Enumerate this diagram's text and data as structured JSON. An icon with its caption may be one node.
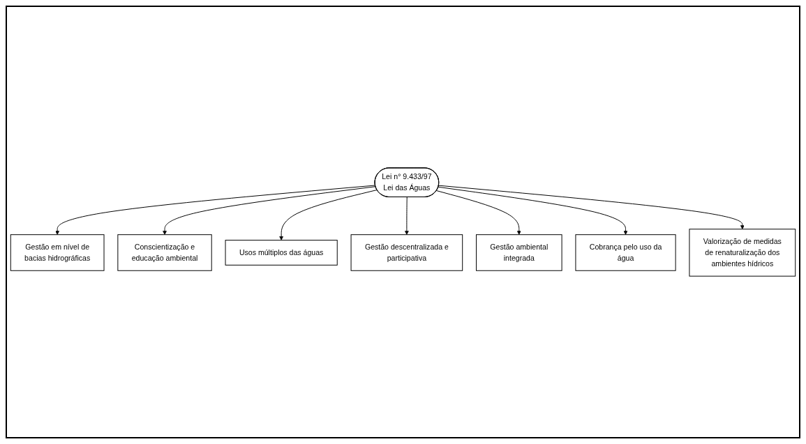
{
  "diagram": {
    "nodes": [
      {
        "text": [
          "Gestão em nível de bacias hidrográficas"
        ]
      },
      {
        "text": [
          "Conscientização e educação ambiental"
        ]
      },
      {
        "text": [
          "Usos múltiplos das águas"
        ]
      },
      {
        "text": [
          "Gestão descentralizada e participativa"
        ]
      },
      {
        "text": [
          "Lei n° 9.433/97",
          "Lei das Águas"
        ]
      },
      {
        "text": [
          "Gestão ambiental integrada"
        ]
      },
      {
        "text": [
          "Cobrança pelo uso da água"
        ]
      },
      {
        "text": [
          "Valorização de medidas de renaturalização dos ambientes hídricos"
        ]
      }
    ],
    "edges": [
      {
        "from": 4,
        "to": 0,
        "arrow": "to"
      },
      {
        "from": 4,
        "to": 1,
        "arrow": "to"
      },
      {
        "from": 4,
        "to": 2,
        "arrow": "to"
      },
      {
        "from": 4,
        "to": 3,
        "arrow": "to"
      },
      {
        "from": 4,
        "to": 5,
        "arrow": "to"
      },
      {
        "from": 4,
        "to": 6,
        "arrow": "to"
      },
      {
        "from": 4,
        "to": 7,
        "arrow": "to"
      }
    ]
  }
}
